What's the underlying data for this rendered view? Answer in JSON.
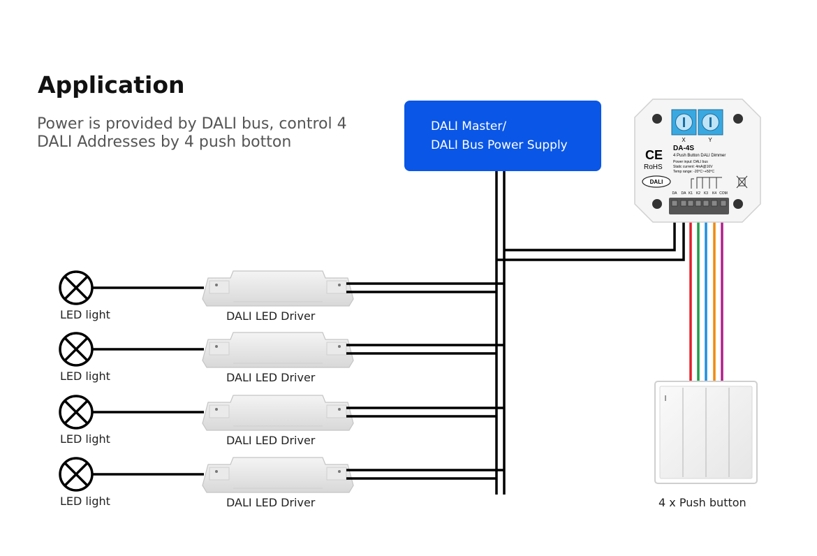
{
  "title": "Application",
  "subtitle_lines": [
    "Power is provided by DALI bus, control 4",
    "DALI Addresses by 4 push botton"
  ],
  "master_lines": [
    "DALI Master/",
    "DALI Bus Power Supply"
  ],
  "rows": [
    {
      "light_label": "LED light",
      "driver_label": "DALI LED Driver"
    },
    {
      "light_label": "LED light",
      "driver_label": "DALI LED Driver"
    },
    {
      "light_label": "LED light",
      "driver_label": "DALI LED Driver"
    },
    {
      "light_label": "LED light",
      "driver_label": "DALI LED Driver"
    }
  ],
  "dimmer": {
    "model": "DA-4S",
    "name": "4 Push Button DALI Dimmer",
    "spec_lines": [
      "Power input: DALI bus",
      "Static current: 4mA@16V",
      "Temp range: -20°C~+50°C"
    ],
    "dial_x": "X",
    "dial_y": "Y",
    "ce": "CE",
    "rohs": "RoHS",
    "dali_logo": "DALI",
    "terminals": [
      "DA",
      "DA",
      "K1",
      "K2",
      "K3",
      "K4",
      "COM"
    ]
  },
  "switch_label": "4 x Push button",
  "wire_colors": {
    "k1": "#e0202a",
    "k2": "#1ea04a",
    "k3": "#1e90e0",
    "k4": "#f08a10",
    "com": "#b0208a",
    "bus": "#000000",
    "accent": "#0a56e6"
  }
}
